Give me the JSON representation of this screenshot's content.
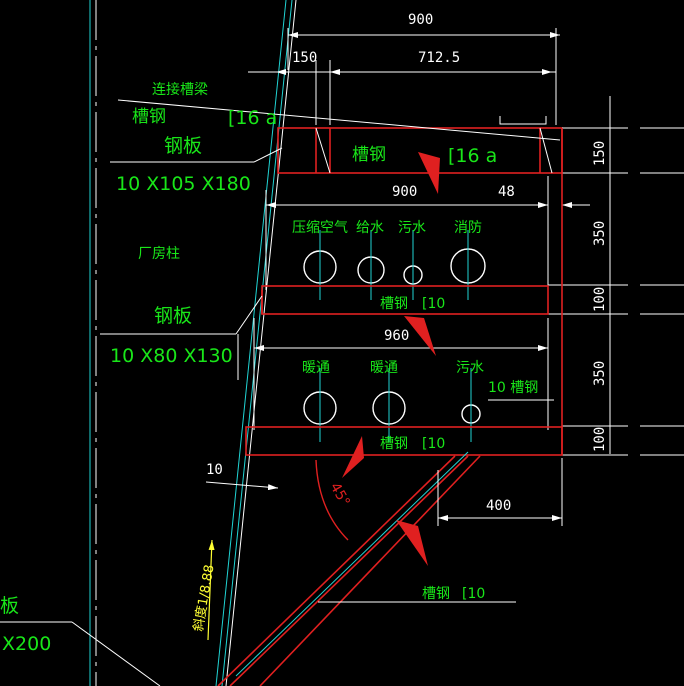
{
  "dimensions": {
    "top_900": "900",
    "d150": "150",
    "d712_5": "712.5",
    "mid_900": "900",
    "d48": "48",
    "d960": "960",
    "v150": "150",
    "v350_a": "350",
    "v100_a": "100",
    "v350_b": "350",
    "v100_b": "100",
    "d10": "10",
    "d400": "400",
    "angle": "45°"
  },
  "labels": {
    "connect_beam": "连接槽梁",
    "channel_left": "槽钢",
    "channel_left_spec": "[16 a",
    "plate_1": "钢板",
    "plate_1_size": "10 X105 X180",
    "channel_top": "槽钢",
    "channel_top_spec": "[16 a",
    "column": "厂房柱",
    "air": "压缩空气",
    "water_supply": "给水",
    "sewage_1": "污水",
    "fire": "消防",
    "channel_mid": "槽钢",
    "channel_mid_spec": "[10",
    "plate_2": "钢板",
    "plate_2_size": "10 X80 X130",
    "hvac_1": "暖通",
    "hvac_2": "暖通",
    "sewage_2": "污水",
    "channel_10_right": "10 槽钢",
    "channel_bottom": "槽钢",
    "channel_bottom_spec": "[10",
    "slope": "斜度1/8.88",
    "channel_brace": "槽钢",
    "channel_brace_spec": "[10",
    "plate_3": "板",
    "plate_3_size": "X200"
  },
  "colors": {
    "background": "#000000",
    "line_white": "#ffffff",
    "line_red": "#e02020",
    "line_cyan": "#21d4d4",
    "text_green": "#19e619",
    "text_yellow": "#ffff33"
  }
}
